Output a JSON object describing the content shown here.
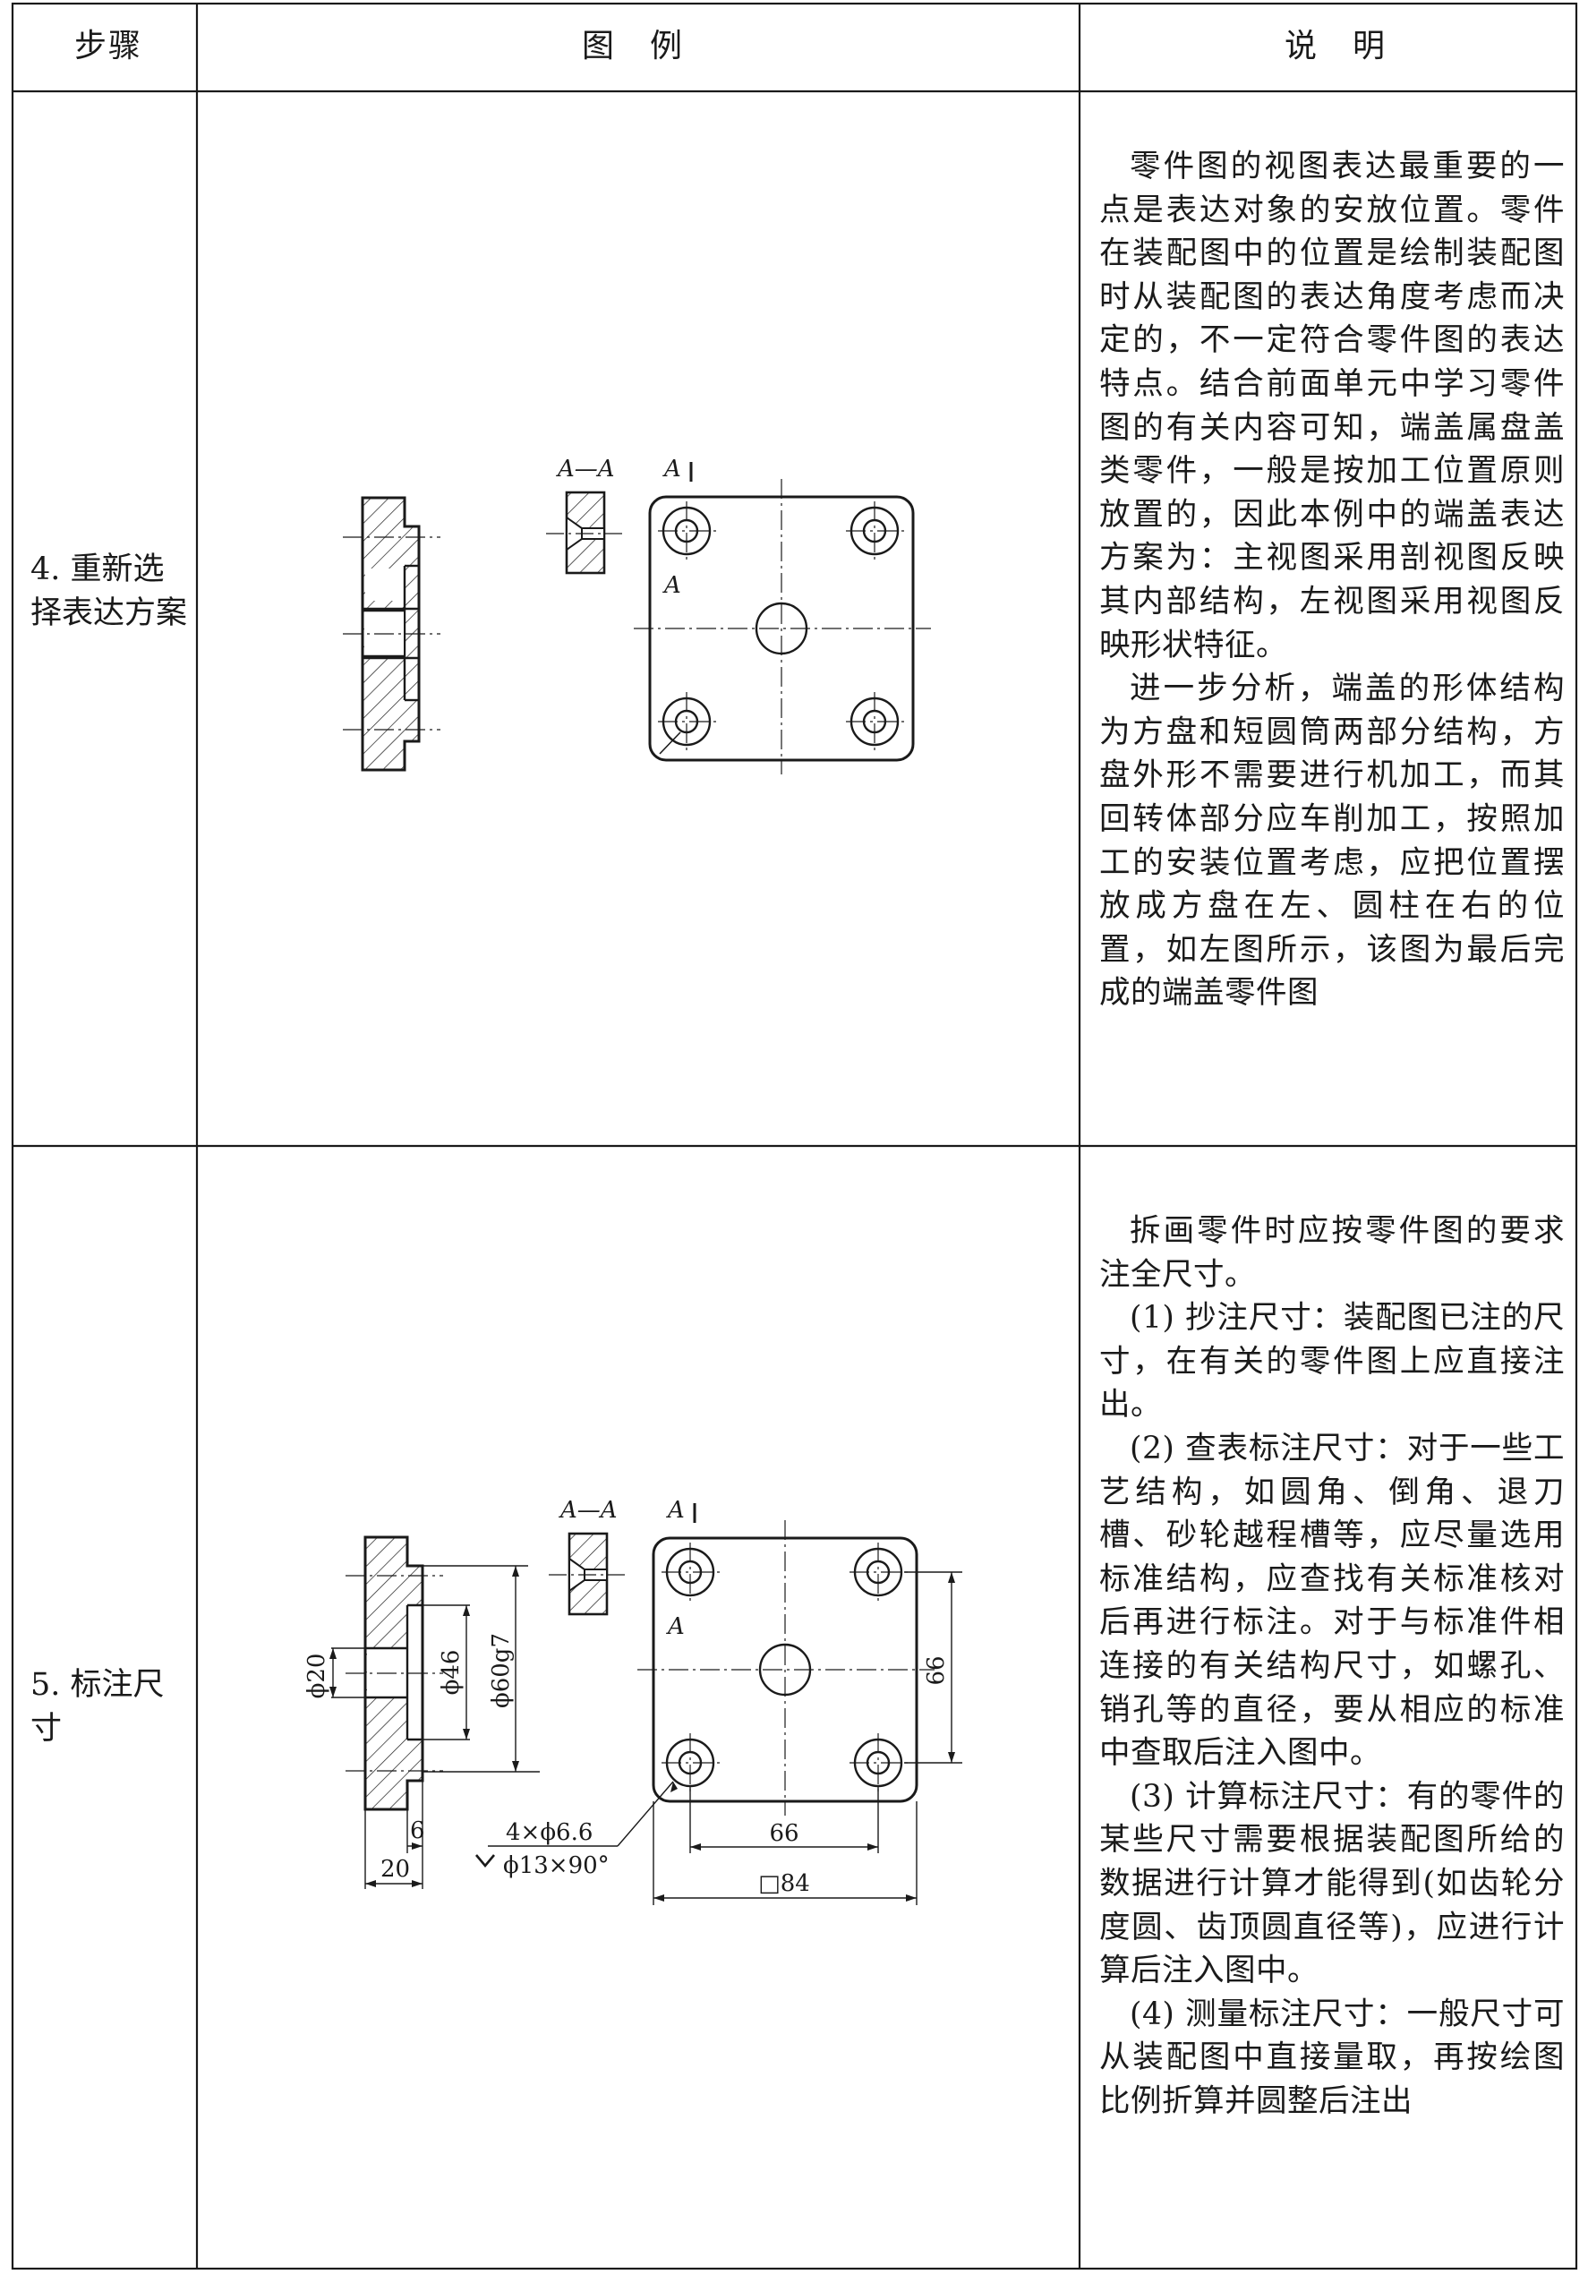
{
  "table": {
    "headers": [
      "步骤",
      "图　例",
      "说　明"
    ],
    "rows": [
      {
        "step": "4. 重新选择表达方案",
        "description": [
          "零件图的视图表达最重要的一点是表达对象的安放位置。零件在装配图中的位置是绘制装配图时从装配图的表达角度考虑而决定的，不一定符合零件图的表达特点。结合前面单元中学习零件图的有关内容可知，端盖属盘盖类零件，一般是按加工位置原则放置的，因此本例中的端盖表达方案为：主视图采用剖视图反映其内部结构，左视图采用视图反映形状特征。",
          "进一步分析，端盖的形体结构为方盘和短圆筒两部分结构，方盘外形不需要进行机加工，而其回转体部分应车削加工，按照加工的安装位置考虑，应把位置摆放成方盘在左、圆柱在右的位置，如左图所示，该图为最后完成的端盖零件图"
        ],
        "figure_labels": {
          "section": "A—A",
          "cut_top": "A",
          "cut_bottom": "A"
        }
      },
      {
        "step": "5. 标注尺寸",
        "description": [
          "拆画零件时应按零件图的要求注全尺寸。",
          "(1) 抄注尺寸：装配图已注的尺寸，在有关的零件图上应直接注出。",
          "(2) 查表标注尺寸：对于一些工艺结构，如圆角、倒角、退刀槽、砂轮越程槽等，应尽量选用标准结构，应查找有关标准核对后再进行标注。对于与标准件相连接的有关结构尺寸，如螺孔、销孔等的直径，要从相应的标准中查取后注入图中。",
          "(3) 计算标注尺寸：有的零件的某些尺寸需要根据装配图所给的数据进行计算才能得到(如齿轮分度圆、齿顶圆直径等)，应进行计算后注入图中。",
          "(4) 测量标注尺寸：一般尺寸可从装配图中直接量取，再按绘图比例折算并圆整后注出"
        ],
        "figure_labels": {
          "section": "A—A",
          "cut_top": "A",
          "cut_bottom": "A",
          "phi20": "ϕ20",
          "phi46": "ϕ46",
          "phi60": "ϕ60g7",
          "dim_6": "6",
          "dim_20": "20",
          "dim_66_v": "66",
          "dim_66_h": "66",
          "dim_84": "□84",
          "holes_1": "4×ϕ6.6",
          "holes_2": "ϕ13×90°"
        }
      }
    ]
  }
}
